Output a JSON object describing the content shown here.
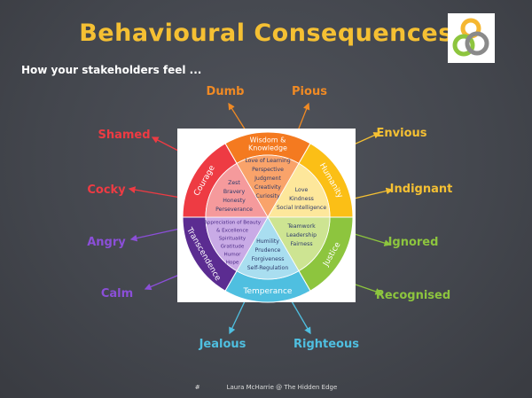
{
  "title": "Behavioural Consequences",
  "subtitle": "How your stakeholders feel ...",
  "footer": {
    "page": "#",
    "credit": "Laura McHarrie @ The Hidden Edge"
  },
  "feelings": [
    {
      "text": "Dumb",
      "color": "#f08a24"
    },
    {
      "text": "Pious",
      "color": "#f08a24"
    },
    {
      "text": "Shamed",
      "color": "#ee3b43"
    },
    {
      "text": "Envious",
      "color": "#f5c033"
    },
    {
      "text": "Cocky",
      "color": "#ee3b43"
    },
    {
      "text": "Indignant",
      "color": "#f5c033"
    },
    {
      "text": "Angry",
      "color": "#8b4fd8"
    },
    {
      "text": "Ignored",
      "color": "#8dc53e"
    },
    {
      "text": "Calm",
      "color": "#8b4fd8"
    },
    {
      "text": "Recognised",
      "color": "#8dc53e"
    },
    {
      "text": "Jealous",
      "color": "#4fbfe0"
    },
    {
      "text": "Righteous",
      "color": "#4fbfe0"
    }
  ],
  "wheel": [
    {
      "virtue": "Wisdom & Knowledge",
      "lines": [
        "Wisdom &",
        "Knowledge"
      ],
      "outer": "#f47a20",
      "inner": "#f9a36a",
      "strengths": [
        "Love of Learning",
        "Perspective",
        "Judgment",
        "Creativity",
        "Curiosity"
      ]
    },
    {
      "virtue": "Humanity",
      "lines": [
        "Humanity"
      ],
      "outer": "#fbbf16",
      "inner": "#fde79b",
      "strengths": [
        "Love",
        "Kindness",
        "Social Intelligence"
      ]
    },
    {
      "virtue": "Justice",
      "lines": [
        "Justice"
      ],
      "outer": "#8dc53e",
      "inner": "#cde492",
      "strengths": [
        "Teamwork",
        "Leadership",
        "Fairness"
      ]
    },
    {
      "virtue": "Temperance",
      "lines": [
        "Temperance"
      ],
      "outer": "#4fbfe0",
      "inner": "#a9def0",
      "strengths": [
        "Humility",
        "Prudence",
        "Forgiveness",
        "Self-Regulation"
      ]
    },
    {
      "virtue": "Transcendence",
      "lines": [
        "Transcendence"
      ],
      "outer": "#5b2c91",
      "inner": "#c9abe6",
      "strengths": [
        "Appreciation of Beauty",
        "& Excellence",
        "Spirituality",
        "Gratitude",
        "Humor",
        "Hope"
      ]
    },
    {
      "virtue": "Courage",
      "lines": [
        "Courage"
      ],
      "outer": "#ee3b43",
      "inner": "#f59a9c",
      "strengths": [
        "Zest",
        "Bravery",
        "Honesty",
        "Perseverance"
      ]
    }
  ]
}
